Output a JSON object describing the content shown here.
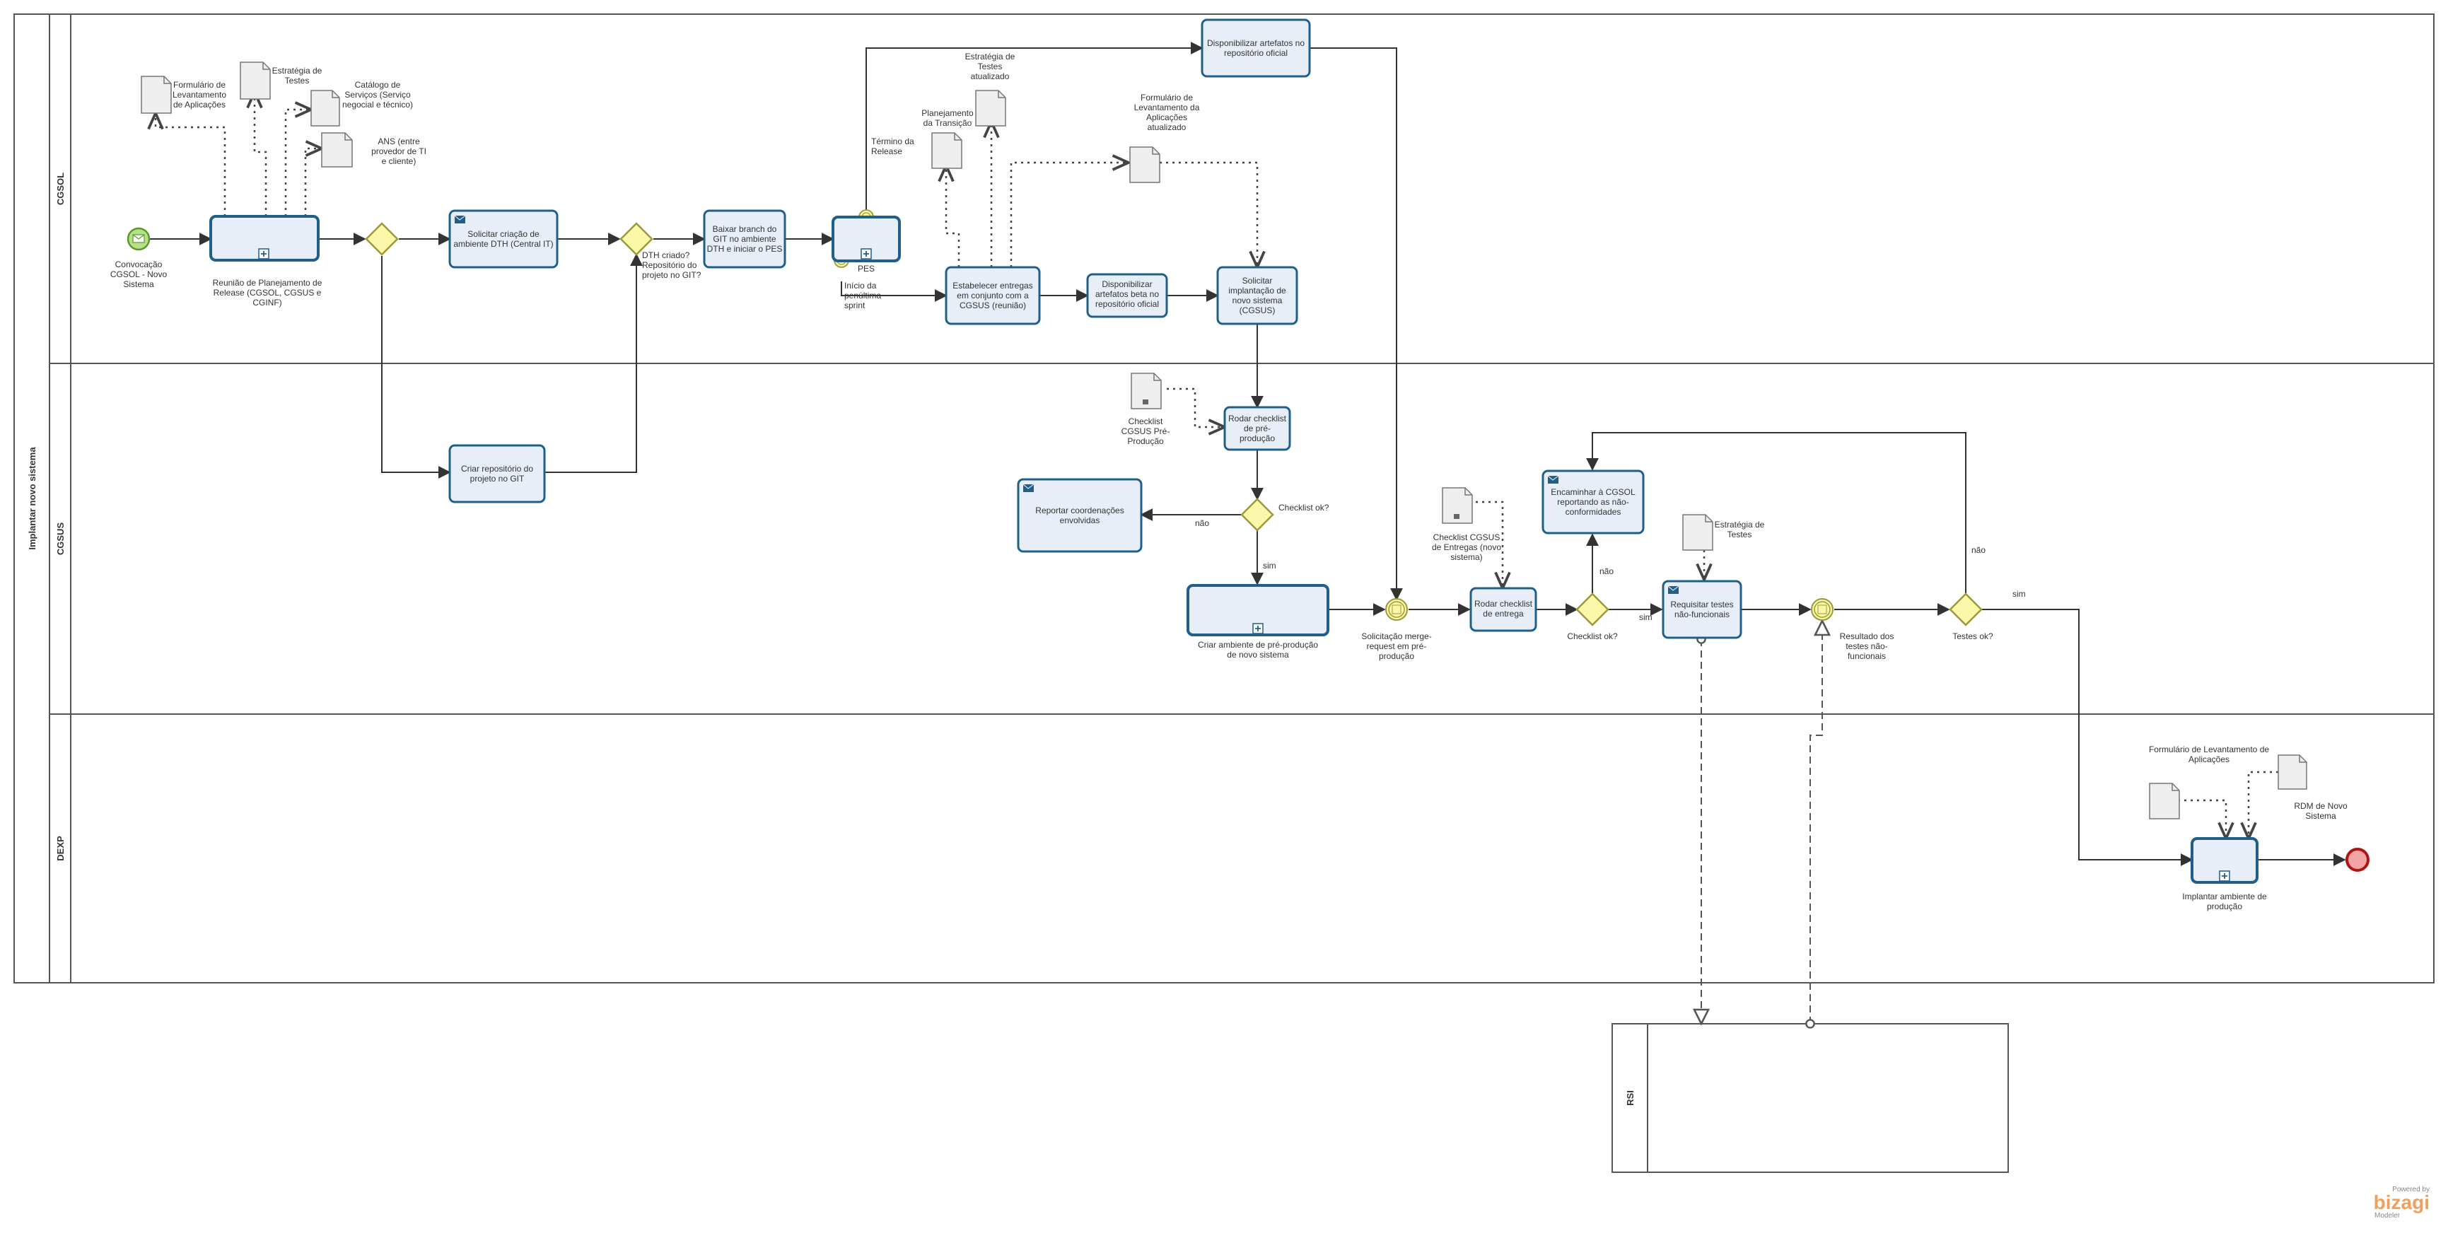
{
  "pool": {
    "title": "Implantar novo sistema"
  },
  "lanes": {
    "cgsol": "CGSOL",
    "cgsus": "CGSUS",
    "dexp": "DEXP",
    "rsi": "RSI"
  },
  "events": {
    "start": [
      "Convocação",
      "CGSOL - Novo",
      "Sistema"
    ],
    "end": []
  },
  "tasks": {
    "reuniao": [
      "Reunião de Planejamento de",
      "Release (CGSOL, CGSUS e",
      "CGINF)"
    ],
    "solicitar_dth": [
      "Solicitar criação de",
      "ambiente DTH (Central IT)"
    ],
    "criar_repo": [
      "Criar repositório do",
      "projeto no GIT"
    ],
    "baixar_branch": [
      "Baixar branch do",
      "GIT no ambiente",
      "DTH e iniciar o PES"
    ],
    "pes": [
      "PES"
    ],
    "disp_oficial": [
      "Disponibilizar artefatos no",
      "repositório oficial"
    ],
    "estabelecer": [
      "Estabelecer entregas",
      "em conjunto com a",
      "CGSUS (reunião)"
    ],
    "disp_beta": [
      "Disponibilizar",
      "artefatos beta no",
      "repositório oficial"
    ],
    "solicitar_impl": [
      "Solicitar",
      "implantação de",
      "novo sistema",
      "(CGSUS)"
    ],
    "rodar_pre": [
      "Rodar  checklist",
      "de pré-",
      "produção"
    ],
    "reportar": [
      "Reportar coordenações",
      "envolvidas"
    ],
    "criar_pre": [
      "Criar ambiente de pré-produção",
      "de novo sistema"
    ],
    "rodar_entrega": [
      "Rodar checklist",
      "de entrega"
    ],
    "encaminhar": [
      "Encaminhar à CGSOL",
      "reportando as não-",
      "conformidades"
    ],
    "requisitar": [
      "Requisitar testes",
      "não-funcionais"
    ],
    "implantar_prod": [
      "Implantar ambiente de",
      "produção"
    ]
  },
  "gateways": {
    "dth": [
      "DTH criado?",
      "Repositório do",
      "projeto no GIT?"
    ],
    "checklist1": [
      "Checklist ok?"
    ],
    "checklist2": [
      "Checklist ok?"
    ],
    "testes": [
      "Testes ok?"
    ]
  },
  "intermediate": {
    "termino": [
      "Término da",
      "Release"
    ],
    "inicio": [
      "Início da",
      "penúltima",
      "sprint"
    ],
    "merge": [
      "Solicitação merge-",
      "request em pré-",
      "produção"
    ],
    "resultado": [
      "Resultado dos",
      "testes não-",
      "funcionais"
    ]
  },
  "documents": {
    "form_lev": [
      "Formulário de",
      "Levantamento",
      "de Aplicações"
    ],
    "estrat1": [
      "Estratégia de",
      "Testes"
    ],
    "catalogo": [
      "Catálogo de",
      "Serviços (Serviço",
      "negocial e técnico)"
    ],
    "ans": [
      "ANS (entre",
      "provedor de TI",
      "e cliente)"
    ],
    "estrat_atual": [
      "Estratégia de",
      "Testes",
      "atualizado"
    ],
    "planej": [
      "Planejamento",
      "da Transição"
    ],
    "form_atual": [
      "Formulário de",
      "Levantamento da",
      "Aplicações",
      "atualizado"
    ],
    "checklist_pre": [
      "Checklist",
      "CGSUS Pré-",
      "Produção"
    ],
    "checklist_ent": [
      "Checklist CGSUS",
      "de Entregas (novo",
      "sistema)"
    ],
    "estrat2": [
      "Estratégia de",
      "Testes"
    ],
    "form_dexp": [
      "Formulário de Levantamento de",
      "Aplicações"
    ],
    "rdm": [
      "RDM de Novo",
      "Sistema"
    ]
  },
  "flow_labels": {
    "nao1": "não",
    "sim1": "sim",
    "nao2": "não",
    "sim2": "sim",
    "nao3": "não",
    "sim3": "sim"
  },
  "brand": {
    "powered": "Powered by",
    "name": "bizagi",
    "product": "Modeler"
  },
  "colors": {
    "task_fill": "#e8eef7",
    "task_stroke": "#1f5f8a",
    "gateway_fill": "#fbf7a8",
    "start_fill": "#b7e08a",
    "end_fill": "#f4a4a4",
    "brand": "#f0a05a"
  }
}
